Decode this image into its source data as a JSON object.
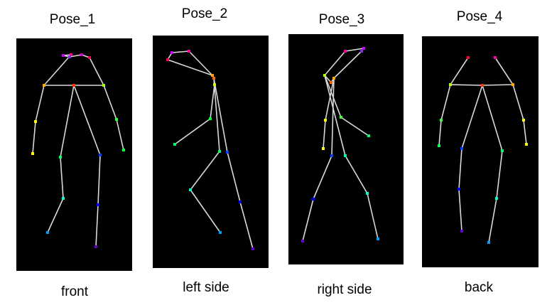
{
  "poses": [
    {
      "title": "Pose_1",
      "caption": "front",
      "keypoints": [
        {
          "name": "left-eye",
          "color": "#cc00ff"
        },
        {
          "name": "left-ear",
          "color": "#ff00aa"
        },
        {
          "name": "nose",
          "color": "#8a2be2"
        },
        {
          "name": "right-eye",
          "color": "#dd00dd"
        },
        {
          "name": "right-ear",
          "color": "#ff0055"
        },
        {
          "name": "left-shoulder",
          "color": "#ffaa00"
        },
        {
          "name": "neck",
          "color": "#ff3300"
        },
        {
          "name": "right-shoulder",
          "color": "#aaff00"
        },
        {
          "name": "left-elbow",
          "color": "#ffff00"
        },
        {
          "name": "right-elbow",
          "color": "#33ff33"
        },
        {
          "name": "left-wrist",
          "color": "#ffff00"
        },
        {
          "name": "right-wrist",
          "color": "#00ff44"
        },
        {
          "name": "left-hip",
          "color": "#00ff66"
        },
        {
          "name": "right-hip",
          "color": "#0044ff"
        },
        {
          "name": "left-knee",
          "color": "#00ffcc"
        },
        {
          "name": "right-knee",
          "color": "#0000ff"
        },
        {
          "name": "left-ankle",
          "color": "#0099ff"
        },
        {
          "name": "right-ankle",
          "color": "#6600cc"
        }
      ]
    },
    {
      "title": "Pose_2",
      "caption": "left side",
      "keypoints": [
        {
          "name": "eye",
          "color": "#cc00ff"
        },
        {
          "name": "ear",
          "color": "#ff0055"
        },
        {
          "name": "nose",
          "color": "#ff00aa"
        },
        {
          "name": "shoulder",
          "color": "#ffaa00"
        },
        {
          "name": "neck",
          "color": "#ff6600"
        },
        {
          "name": "shoulder-2",
          "color": "#ccff00"
        },
        {
          "name": "elbow",
          "color": "#00ff33"
        },
        {
          "name": "wrist",
          "color": "#00ff66"
        },
        {
          "name": "hip",
          "color": "#00ff66"
        },
        {
          "name": "hip-2",
          "color": "#0044ff"
        },
        {
          "name": "knee",
          "color": "#00ffcc"
        },
        {
          "name": "knee-2",
          "color": "#0000ff"
        },
        {
          "name": "ankle",
          "color": "#0099ff"
        },
        {
          "name": "ankle-2",
          "color": "#6600cc"
        }
      ]
    },
    {
      "title": "Pose_3",
      "caption": "right side",
      "keypoints": [
        {
          "name": "ear",
          "color": "#ff00aa"
        },
        {
          "name": "eye",
          "color": "#cc00ff"
        },
        {
          "name": "nose",
          "color": "#8a2be2"
        },
        {
          "name": "shoulder",
          "color": "#aaff00"
        },
        {
          "name": "neck",
          "color": "#ff6600"
        },
        {
          "name": "shoulder-2",
          "color": "#ffaa00"
        },
        {
          "name": "elbow",
          "color": "#33ff33"
        },
        {
          "name": "elbow-2",
          "color": "#ffff00"
        },
        {
          "name": "wrist",
          "color": "#00ff66"
        },
        {
          "name": "wrist-2",
          "color": "#ffff00"
        },
        {
          "name": "hip",
          "color": "#00ffaa"
        },
        {
          "name": "hip-2",
          "color": "#0044ff"
        },
        {
          "name": "knee",
          "color": "#00ffcc"
        },
        {
          "name": "knee-2",
          "color": "#0000ff"
        },
        {
          "name": "ankle",
          "color": "#0099ff"
        },
        {
          "name": "ankle-2",
          "color": "#6600cc"
        }
      ]
    },
    {
      "title": "Pose_4",
      "caption": "back",
      "keypoints": [
        {
          "name": "left-ear",
          "color": "#ff0033"
        },
        {
          "name": "right-ear",
          "color": "#ff00aa"
        },
        {
          "name": "left-shoulder",
          "color": "#aaff00"
        },
        {
          "name": "neck",
          "color": "#ff3300"
        },
        {
          "name": "right-shoulder",
          "color": "#ffaa00"
        },
        {
          "name": "left-elbow",
          "color": "#33ff33"
        },
        {
          "name": "right-elbow",
          "color": "#ffff00"
        },
        {
          "name": "left-wrist",
          "color": "#00ff44"
        },
        {
          "name": "right-wrist",
          "color": "#ffff00"
        },
        {
          "name": "left-hip",
          "color": "#0044ff"
        },
        {
          "name": "right-hip",
          "color": "#00ff66"
        },
        {
          "name": "left-knee",
          "color": "#0000ff"
        },
        {
          "name": "right-knee",
          "color": "#00ffcc"
        },
        {
          "name": "left-ankle",
          "color": "#6600cc"
        },
        {
          "name": "right-ankle",
          "color": "#0099ff"
        }
      ]
    }
  ]
}
